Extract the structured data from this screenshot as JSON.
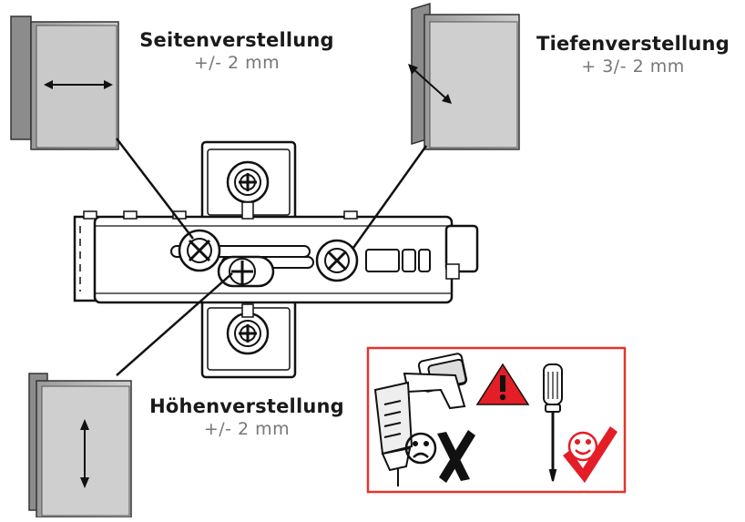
{
  "labels": {
    "side": {
      "title": "Seitenverstellung",
      "range": "+/- 2 mm"
    },
    "depth": {
      "title": "Tiefenverstellung",
      "range": "+ 3/- 2 mm"
    },
    "height": {
      "title": "Höhenverstellung",
      "range": "+/- 2 mm"
    }
  },
  "warning_panel": {
    "border_color": "#e3342f",
    "warning_color": "#e41e26",
    "ok_color": "#e41e26",
    "bad_icon": "sad-face-icon",
    "good_icon": "smiley-face-icon",
    "cross_icon": "cross-mark-icon",
    "check_icon": "check-mark-icon"
  }
}
